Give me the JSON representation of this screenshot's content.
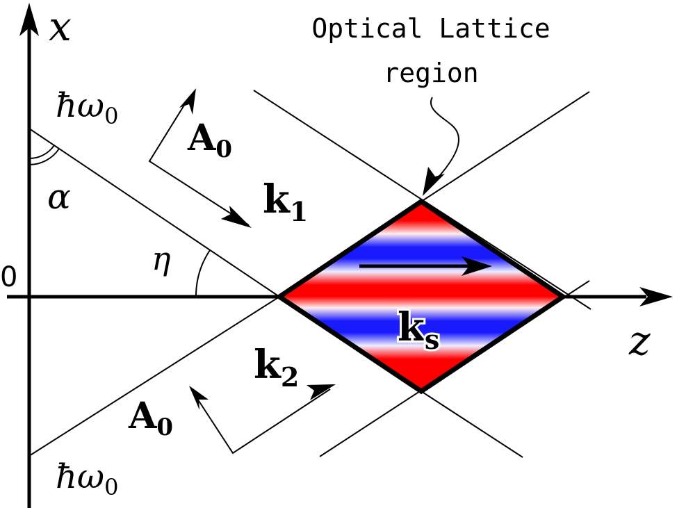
{
  "axes": {
    "x_label": "x",
    "z_label": "z",
    "origin_label": "0"
  },
  "beams": {
    "upper_energy": {
      "h": "ħω",
      "sub": "0"
    },
    "lower_energy": {
      "h": "ħω",
      "sub": "0"
    },
    "upper_amplitude": {
      "base": "A",
      "sub": "0"
    },
    "lower_amplitude": {
      "base": "A",
      "sub": "0"
    },
    "k1": {
      "base": "k",
      "sub": "1"
    },
    "k2": {
      "base": "k",
      "sub": "2"
    }
  },
  "angles": {
    "alpha": "α",
    "eta": "η"
  },
  "lattice": {
    "title_line1": "Optical Lattice",
    "title_line2": "region",
    "ks": {
      "base": "k",
      "sub": "s"
    },
    "colors": {
      "red": "#ff0000",
      "blue": "#1a1aff",
      "mid": "#ffffff"
    }
  }
}
